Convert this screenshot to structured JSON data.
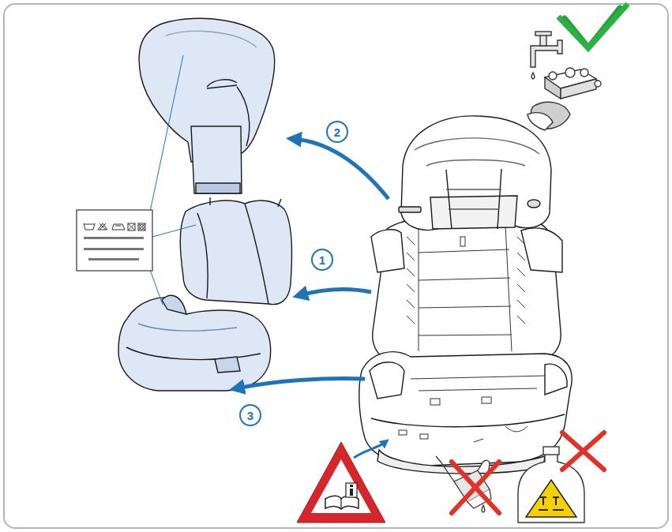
{
  "diagram": {
    "nodes": [
      {
        "text": [
          "2"
        ]
      },
      {
        "text": [
          "1"
        ]
      },
      {
        "text": [
          "3"
        ]
      }
    ]
  }
}
